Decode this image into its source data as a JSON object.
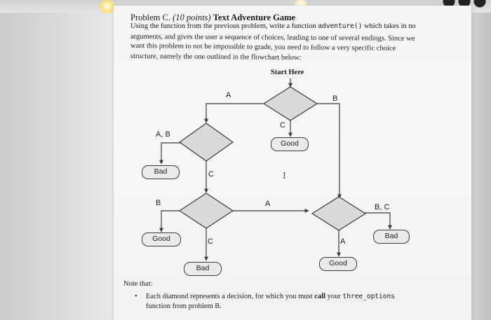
{
  "problem": {
    "heading": "Problem C.",
    "points": "(10 points)",
    "title": "Text Adventure Game",
    "line1": "Using the function from the previous problem, write a function",
    "function_name": "adventure()",
    "line1_tail": "which takes in no",
    "line2": "arguments, and gives the user a sequence of choices, leading to one of several endings.  Since we",
    "line3": "want this problem to not be impossible to grade, you need to follow a very specific choice",
    "line4": "structure, namely the one outlined in the flowchart below:"
  },
  "flowchart": {
    "start_label": "Start Here",
    "edge_labels": {
      "top_a": "A",
      "top_b": "B",
      "top_c": "C",
      "left_ab": "A, B",
      "left_c": "C",
      "mid_b": "B",
      "mid_a": "A",
      "mid_c": "C",
      "right_bc": "B, C",
      "right_a": "A"
    },
    "endings": {
      "good_top": "Good",
      "bad_left": "Bad",
      "good_left": "Good",
      "bad_bottom": "Bad",
      "good_right": "Good",
      "bad_right": "Bad"
    }
  },
  "notes": {
    "heading": "Note that:",
    "bullet_symbol": "•",
    "bullet1_a": "Each diamond represents a decision, for which you must",
    "bullet1_bold": "call",
    "bullet1_b": "your",
    "bullet1_code": "three_options",
    "bullet1_c": "function from problem B."
  },
  "cursor_glyph": "I",
  "colors": {
    "diamond_fill": "#d8d9da",
    "line": "#3a3a3a",
    "page": "#f5f5f4"
  }
}
